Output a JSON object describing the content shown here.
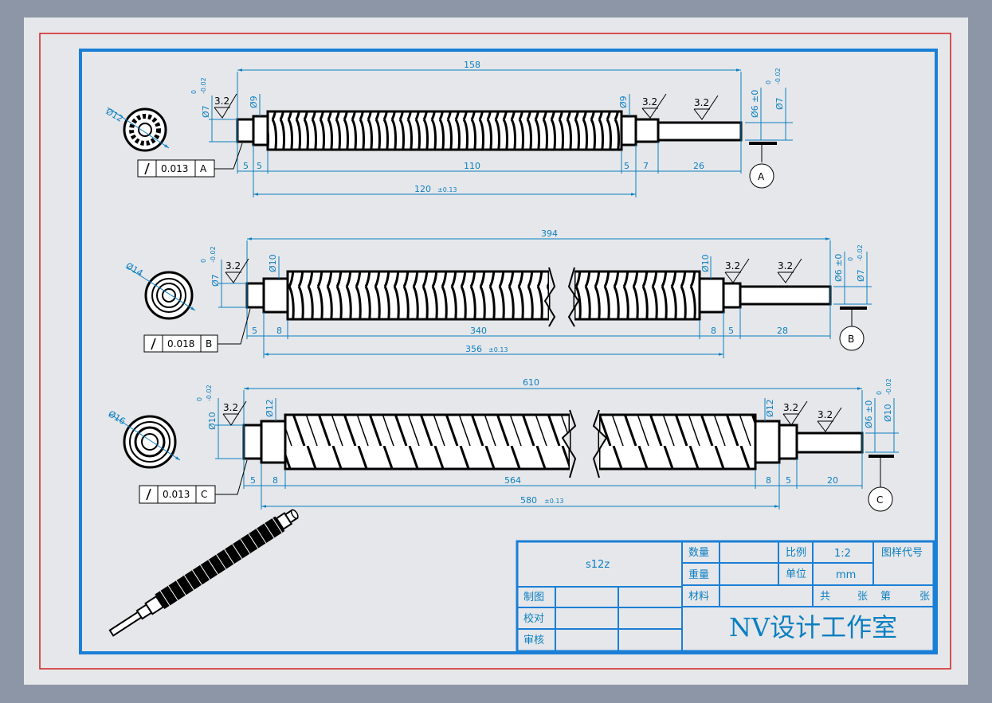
{
  "colors": {
    "background": "#8d96a6",
    "sheet": "#e6e7ea",
    "outer_border": "#d21f1f",
    "inner_border": "#1a7fd6",
    "dimension": "#0a7fc2",
    "part": "#000000"
  },
  "shafts": [
    {
      "id": "A",
      "label": "A",
      "section_dia": "Ø12",
      "runout_tol": "0.013",
      "runout_ref": "A",
      "overall_length": "158",
      "sub_length": "120",
      "sub_length_tol": "±0.13",
      "segments": [
        "5",
        "5",
        "110",
        "5",
        "7",
        "26"
      ],
      "left_journal_dia": "Ø7",
      "left_journal_tol_upper": "0",
      "left_journal_tol_lower": "-0.02",
      "left_shoulder_dia": "Ø9",
      "right_shoulder_dia": "Ø9",
      "right_end_dia": "Ø6 ±0",
      "right_journal_dia": "Ø7",
      "right_journal_tol_upper": "0",
      "right_journal_tol_lower": "-0.02",
      "roughness": "3.2"
    },
    {
      "id": "B",
      "label": "B",
      "section_dia": "Ø14",
      "runout_tol": "0.018",
      "runout_ref": "B",
      "overall_length": "394",
      "sub_length": "356",
      "sub_length_tol": "±0.13",
      "segments": [
        "5",
        "8",
        "340",
        "8",
        "5",
        "28"
      ],
      "left_journal_dia": "Ø7",
      "left_journal_tol_upper": "0",
      "left_journal_tol_lower": "-0.02",
      "left_shoulder_dia": "Ø10",
      "right_shoulder_dia": "Ø10",
      "right_end_dia": "Ø6 ±0",
      "right_journal_dia": "Ø7",
      "right_journal_tol_upper": "0",
      "right_journal_tol_lower": "-0.02",
      "roughness": "3.2"
    },
    {
      "id": "C",
      "label": "C",
      "section_dia": "Ø16",
      "runout_tol": "0.013",
      "runout_ref": "C",
      "overall_length": "610",
      "sub_length": "580",
      "sub_length_tol": "±0.13",
      "segments": [
        "5",
        "8",
        "564",
        "8",
        "5",
        "20"
      ],
      "left_journal_dia": "Ø10",
      "left_journal_tol_upper": "0",
      "left_journal_tol_lower": "-0.02",
      "left_shoulder_dia": "Ø12",
      "right_shoulder_dia": "Ø12",
      "right_end_dia": "Ø6 ±0",
      "right_journal_dia": "Ø10",
      "right_journal_tol_upper": "0",
      "right_journal_tol_lower": "-0.02",
      "roughness": "3.2"
    }
  ],
  "title_block": {
    "part_name": "s12z",
    "quantity_label": "数量",
    "weight_label": "重量",
    "scale_label": "比例",
    "scale_value": "1:2",
    "unit_label": "单位",
    "unit_value": "mm",
    "drawing_no_label": "图样代号",
    "material_label": "材料",
    "sheet_total_label": "共",
    "sheet_unit_label": "张",
    "sheet_no_label": "第",
    "sheet_no_unit_label": "张",
    "drawn_label": "制图",
    "checked_label": "校对",
    "approved_label": "审核",
    "studio": "NV设计工作室"
  }
}
